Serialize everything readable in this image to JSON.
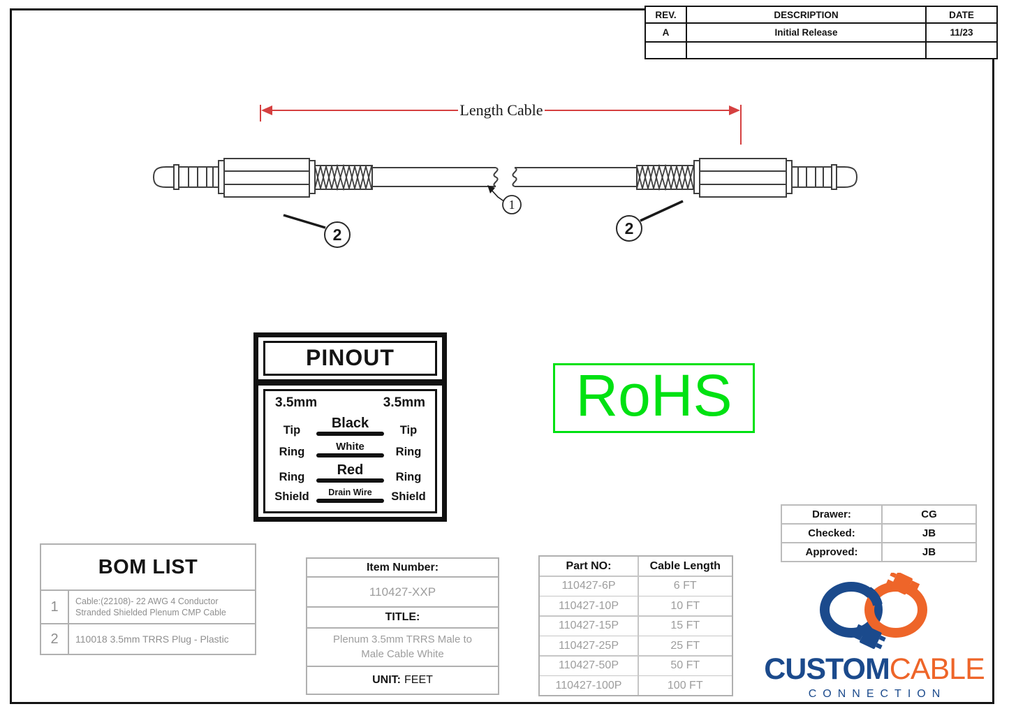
{
  "revision_table": {
    "headers": [
      "REV.",
      "DESCRIPTION",
      "DATE"
    ],
    "rows": [
      [
        "A",
        "Initial Release",
        "11/23"
      ],
      [
        "",
        "",
        ""
      ]
    ]
  },
  "drawing": {
    "dimension_label": "Length Cable",
    "callout_cable": "1",
    "callout_plug": "2"
  },
  "pinout": {
    "title": "PINOUT",
    "left_connector": "3.5mm",
    "right_connector": "3.5mm",
    "rows": [
      {
        "left": "Tip",
        "wire": "Black",
        "right": "Tip"
      },
      {
        "left": "Ring",
        "wire": "White",
        "right": "Ring"
      },
      {
        "left": "Ring",
        "wire": "Red",
        "right": "Ring"
      },
      {
        "left": "Shield",
        "wire": "Drain Wire",
        "right": "Shield"
      }
    ]
  },
  "rohs": {
    "label": "RoHS"
  },
  "approval": {
    "rows": [
      {
        "label": "Drawer:",
        "value": "CG"
      },
      {
        "label": "Checked:",
        "value": "JB"
      },
      {
        "label": "Approved:",
        "value": "JB"
      }
    ]
  },
  "bom": {
    "title": "BOM LIST",
    "items": [
      {
        "num": "1",
        "desc": "Cable:(22108)- 22 AWG 4 Conductor Stranded Shielded Plenum CMP Cable"
      },
      {
        "num": "2",
        "desc": "110018 3.5mm TRRS Plug - Plastic"
      }
    ]
  },
  "item_info": {
    "item_number_label": "Item Number:",
    "item_number": "110427-XXP",
    "title_label": "TITLE:",
    "title": "Plenum 3.5mm TRRS Male to Male Cable White",
    "unit_label": "UNIT:",
    "unit": "FEET"
  },
  "part_table": {
    "headers": [
      "Part NO:",
      "Cable Length"
    ],
    "rows": [
      [
        "110427-6P",
        "6 FT"
      ],
      [
        "110427-10P",
        "10 FT"
      ],
      [
        "110427-15P",
        "15 FT"
      ],
      [
        "110427-25P",
        "25 FT"
      ],
      [
        "110427-50P",
        "50 FT"
      ],
      [
        "110427-100P",
        "100 FT"
      ]
    ]
  },
  "logo": {
    "name_part1": "CUSTOM",
    "name_part2": "CABLE",
    "subtitle": "CONNECTION"
  },
  "colors": {
    "dimension_red": "#d54040",
    "rohs_green": "#00e112",
    "logo_navy": "#1b4a8c",
    "logo_orange": "#ee6529"
  }
}
